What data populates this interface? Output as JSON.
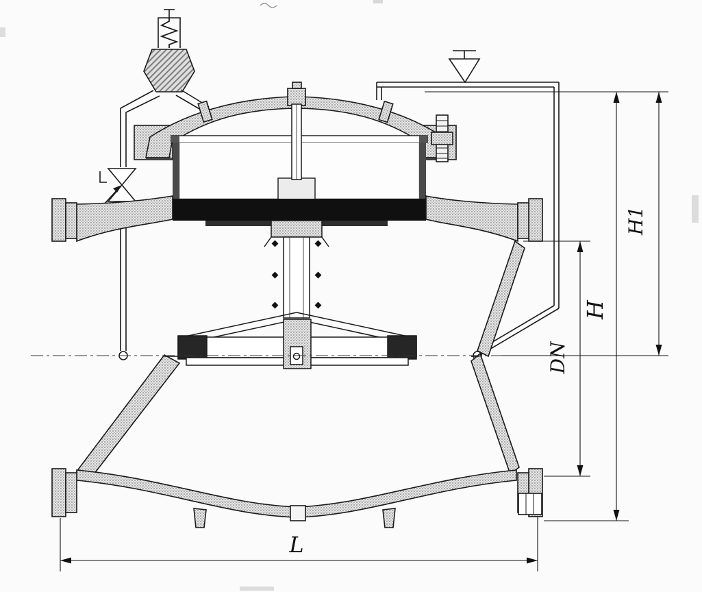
{
  "drawing": {
    "kind": "valve cross-section technical drawing",
    "ink_color": "#1a1a1a",
    "paper_color": "#fbfbfb",
    "metal_fill": "#e6e6e6",
    "dark_fill": "#101010",
    "dimension_labels": {
      "h1": "H1",
      "h": "H",
      "dn": "DN",
      "l": "L"
    }
  }
}
